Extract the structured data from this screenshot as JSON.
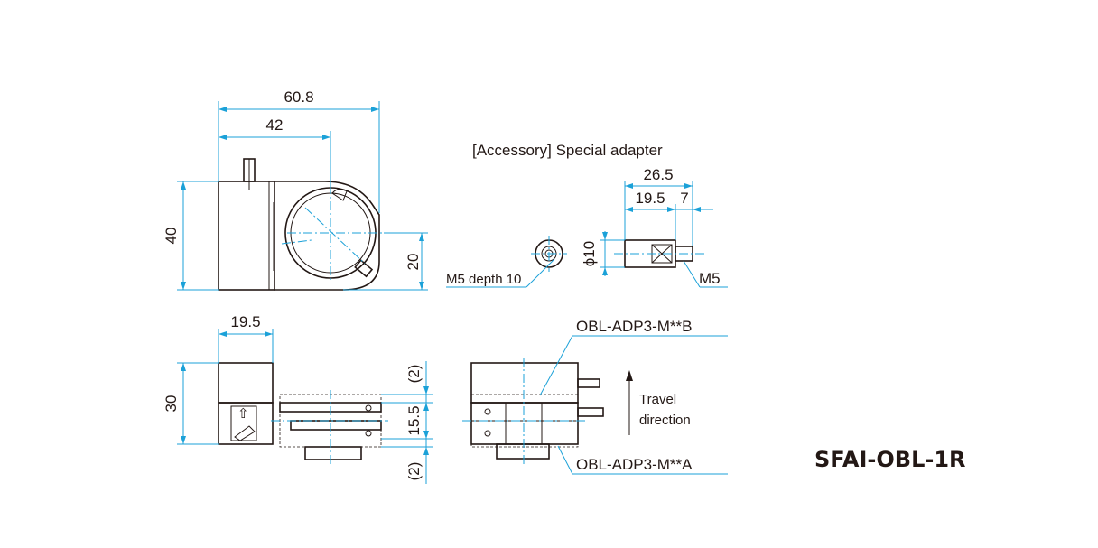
{
  "dimensions": {
    "width_total": "60.8",
    "width_center": "42",
    "height_body": "40",
    "height_center": "20",
    "side_width": "19.5",
    "side_height": "30",
    "gap_top": "(2)",
    "gap_middle": "15.5",
    "gap_bottom": "(2)"
  },
  "accessory": {
    "title": "[Accessory] Special adapter",
    "length_total": "26.5",
    "length_a": "19.5",
    "length_b": "7",
    "diameter": "ϕ10",
    "thread": "M5",
    "hole_note": "M5 depth 10"
  },
  "labels": {
    "adapter_b": "OBL-ADP3-M**B",
    "adapter_a": "OBL-ADP3-M**A",
    "travel_line1": "Travel",
    "travel_line2": "direction"
  },
  "model": "SFAI-OBL-1R",
  "colors": {
    "dimension_line": "#1ba1d8",
    "outline": "#231815"
  }
}
